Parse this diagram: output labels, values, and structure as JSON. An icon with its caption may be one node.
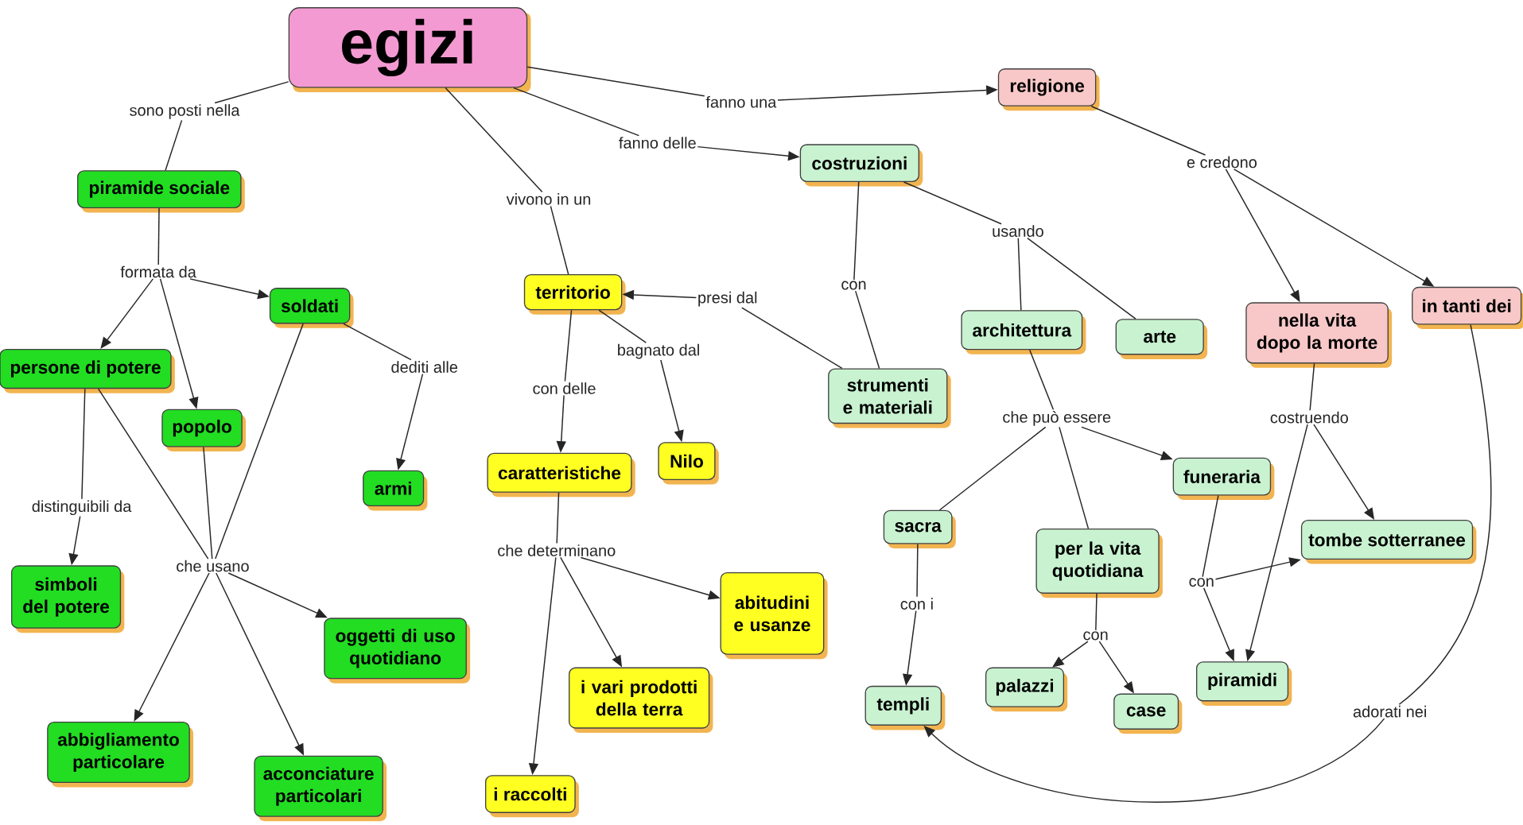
{
  "diagram": {
    "nodes": [
      {
        "text": [
          "egizi"
        ]
      },
      {
        "text": [
          "sono posti nella"
        ]
      },
      {
        "text": [
          "fanno una"
        ]
      },
      {
        "text": [
          "religione"
        ]
      },
      {
        "text": [
          "fanno delle"
        ]
      },
      {
        "text": [
          "costruzioni"
        ]
      },
      {
        "text": [
          "vivono in un"
        ]
      },
      {
        "text": [
          "e credono"
        ]
      },
      {
        "text": [
          "piramide sociale"
        ]
      },
      {
        "text": [
          "formata da"
        ]
      },
      {
        "text": [
          "soldati"
        ]
      },
      {
        "text": [
          "territorio"
        ]
      },
      {
        "text": [
          "presi dal"
        ]
      },
      {
        "text": [
          "con"
        ]
      },
      {
        "text": [
          "usando"
        ]
      },
      {
        "text": [
          "architettura"
        ]
      },
      {
        "text": [
          "arte"
        ]
      },
      {
        "text": [
          "nella vita dopo la morte"
        ]
      },
      {
        "text": [
          "in tanti dei"
        ]
      },
      {
        "text": [
          "persone di potere"
        ]
      },
      {
        "text": [
          "popolo"
        ]
      },
      {
        "text": [
          "dediti alle"
        ]
      },
      {
        "text": [
          "con delle"
        ]
      },
      {
        "text": [
          "bagnato dal"
        ]
      },
      {
        "text": [
          "strumenti e materiali"
        ]
      },
      {
        "text": [
          "che può essere"
        ]
      },
      {
        "text": [
          "costruendo"
        ]
      },
      {
        "text": [
          "armi"
        ]
      },
      {
        "text": [
          "caratteristiche"
        ]
      },
      {
        "text": [
          "Nilo"
        ]
      },
      {
        "text": [
          "distinguibili da"
        ]
      },
      {
        "text": [
          "che usano"
        ]
      },
      {
        "text": [
          "funeraria"
        ]
      },
      {
        "text": [
          "sacra"
        ]
      },
      {
        "text": [
          "per la vita quotidiana"
        ]
      },
      {
        "text": [
          "tombe sotterranee"
        ]
      },
      {
        "text": [
          "simboli del potere"
        ]
      },
      {
        "text": [
          "che determinano"
        ]
      },
      {
        "text": [
          "abitudini e usanze"
        ]
      },
      {
        "text": [
          "oggetti di uso quotidiano"
        ]
      },
      {
        "text": [
          "con i"
        ]
      },
      {
        "text": [
          "con"
        ]
      },
      {
        "text": [
          "con"
        ]
      },
      {
        "text": [
          "palazzi"
        ]
      },
      {
        "text": [
          "piramidi"
        ]
      },
      {
        "text": [
          "i vari prodotti della terra"
        ]
      },
      {
        "text": [
          "templi"
        ]
      },
      {
        "text": [
          "case"
        ]
      },
      {
        "text": [
          "adorati nei"
        ]
      },
      {
        "text": [
          "abbigliamento particolare"
        ]
      },
      {
        "text": [
          "acconciature particolari"
        ]
      },
      {
        "text": [
          "i raccolti"
        ]
      }
    ],
    "edges": [
      {
        "from": 0,
        "to": 1,
        "arrow": "none"
      },
      {
        "from": 1,
        "to": 8,
        "arrow": "none"
      },
      {
        "from": 0,
        "to": 2,
        "arrow": "none"
      },
      {
        "from": 2,
        "to": 3,
        "arrow": "to"
      },
      {
        "from": 0,
        "to": 4,
        "arrow": "none"
      },
      {
        "from": 4,
        "to": 5,
        "arrow": "to"
      },
      {
        "from": 0,
        "to": 6,
        "arrow": "none"
      },
      {
        "from": 6,
        "to": 11,
        "arrow": "none"
      },
      {
        "from": 3,
        "to": 7,
        "arrow": "none"
      },
      {
        "from": 7,
        "to": 17,
        "arrow": "to"
      },
      {
        "from": 7,
        "to": 18,
        "arrow": "to"
      },
      {
        "from": 8,
        "to": 9,
        "arrow": "none"
      },
      {
        "from": 9,
        "to": 19,
        "arrow": "to"
      },
      {
        "from": 9,
        "to": 20,
        "arrow": "to"
      },
      {
        "from": 9,
        "to": 10,
        "arrow": "to"
      },
      {
        "from": 5,
        "to": 13,
        "arrow": "none"
      },
      {
        "from": 13,
        "to": 24,
        "arrow": "none"
      },
      {
        "from": 5,
        "to": 14,
        "arrow": "none"
      },
      {
        "from": 14,
        "to": 15,
        "arrow": "none"
      },
      {
        "from": 14,
        "to": 16,
        "arrow": "none"
      },
      {
        "from": 24,
        "to": 12,
        "arrow": "none"
      },
      {
        "from": 12,
        "to": 11,
        "arrow": "to"
      },
      {
        "from": 10,
        "to": 21,
        "arrow": "none"
      },
      {
        "from": 21,
        "to": 27,
        "arrow": "to"
      },
      {
        "from": 19,
        "to": 31,
        "arrow": "none"
      },
      {
        "from": 20,
        "to": 31,
        "arrow": "none"
      },
      {
        "from": 10,
        "to": 31,
        "arrow": "none"
      },
      {
        "from": 19,
        "to": 30,
        "arrow": "none"
      },
      {
        "from": 30,
        "to": 36,
        "arrow": "to"
      },
      {
        "from": 31,
        "to": 39,
        "arrow": "to"
      },
      {
        "from": 31,
        "to": 49,
        "arrow": "to"
      },
      {
        "from": 31,
        "to": 50,
        "arrow": "to"
      },
      {
        "from": 11,
        "to": 22,
        "arrow": "none"
      },
      {
        "from": 22,
        "to": 28,
        "arrow": "to"
      },
      {
        "from": 11,
        "to": 23,
        "arrow": "none"
      },
      {
        "from": 23,
        "to": 29,
        "arrow": "to"
      },
      {
        "from": 28,
        "to": 37,
        "arrow": "none"
      },
      {
        "from": 37,
        "to": 38,
        "arrow": "to"
      },
      {
        "from": 37,
        "to": 45,
        "arrow": "to"
      },
      {
        "from": 37,
        "to": 51,
        "arrow": "to"
      },
      {
        "from": 15,
        "to": 25,
        "arrow": "none"
      },
      {
        "from": 25,
        "to": 33,
        "arrow": "none"
      },
      {
        "from": 25,
        "to": 34,
        "arrow": "none"
      },
      {
        "from": 25,
        "to": 32,
        "arrow": "to"
      },
      {
        "from": 33,
        "to": 40,
        "arrow": "none"
      },
      {
        "from": 40,
        "to": 46,
        "arrow": "to"
      },
      {
        "from": 17,
        "to": 26,
        "arrow": "none"
      },
      {
        "from": 26,
        "to": 35,
        "arrow": "to"
      },
      {
        "from": 26,
        "to": 44,
        "arrow": "to"
      },
      {
        "from": 32,
        "to": 41,
        "arrow": "none"
      },
      {
        "from": 41,
        "to": 35,
        "arrow": "to"
      },
      {
        "from": 41,
        "to": 44,
        "arrow": "to"
      },
      {
        "from": 34,
        "to": 42,
        "arrow": "none"
      },
      {
        "from": 42,
        "to": 43,
        "arrow": "to"
      },
      {
        "from": 42,
        "to": 47,
        "arrow": "to"
      },
      {
        "from": 18,
        "to": 48,
        "arrow": "none"
      },
      {
        "from": 48,
        "to": 46,
        "arrow": "to"
      }
    ]
  }
}
